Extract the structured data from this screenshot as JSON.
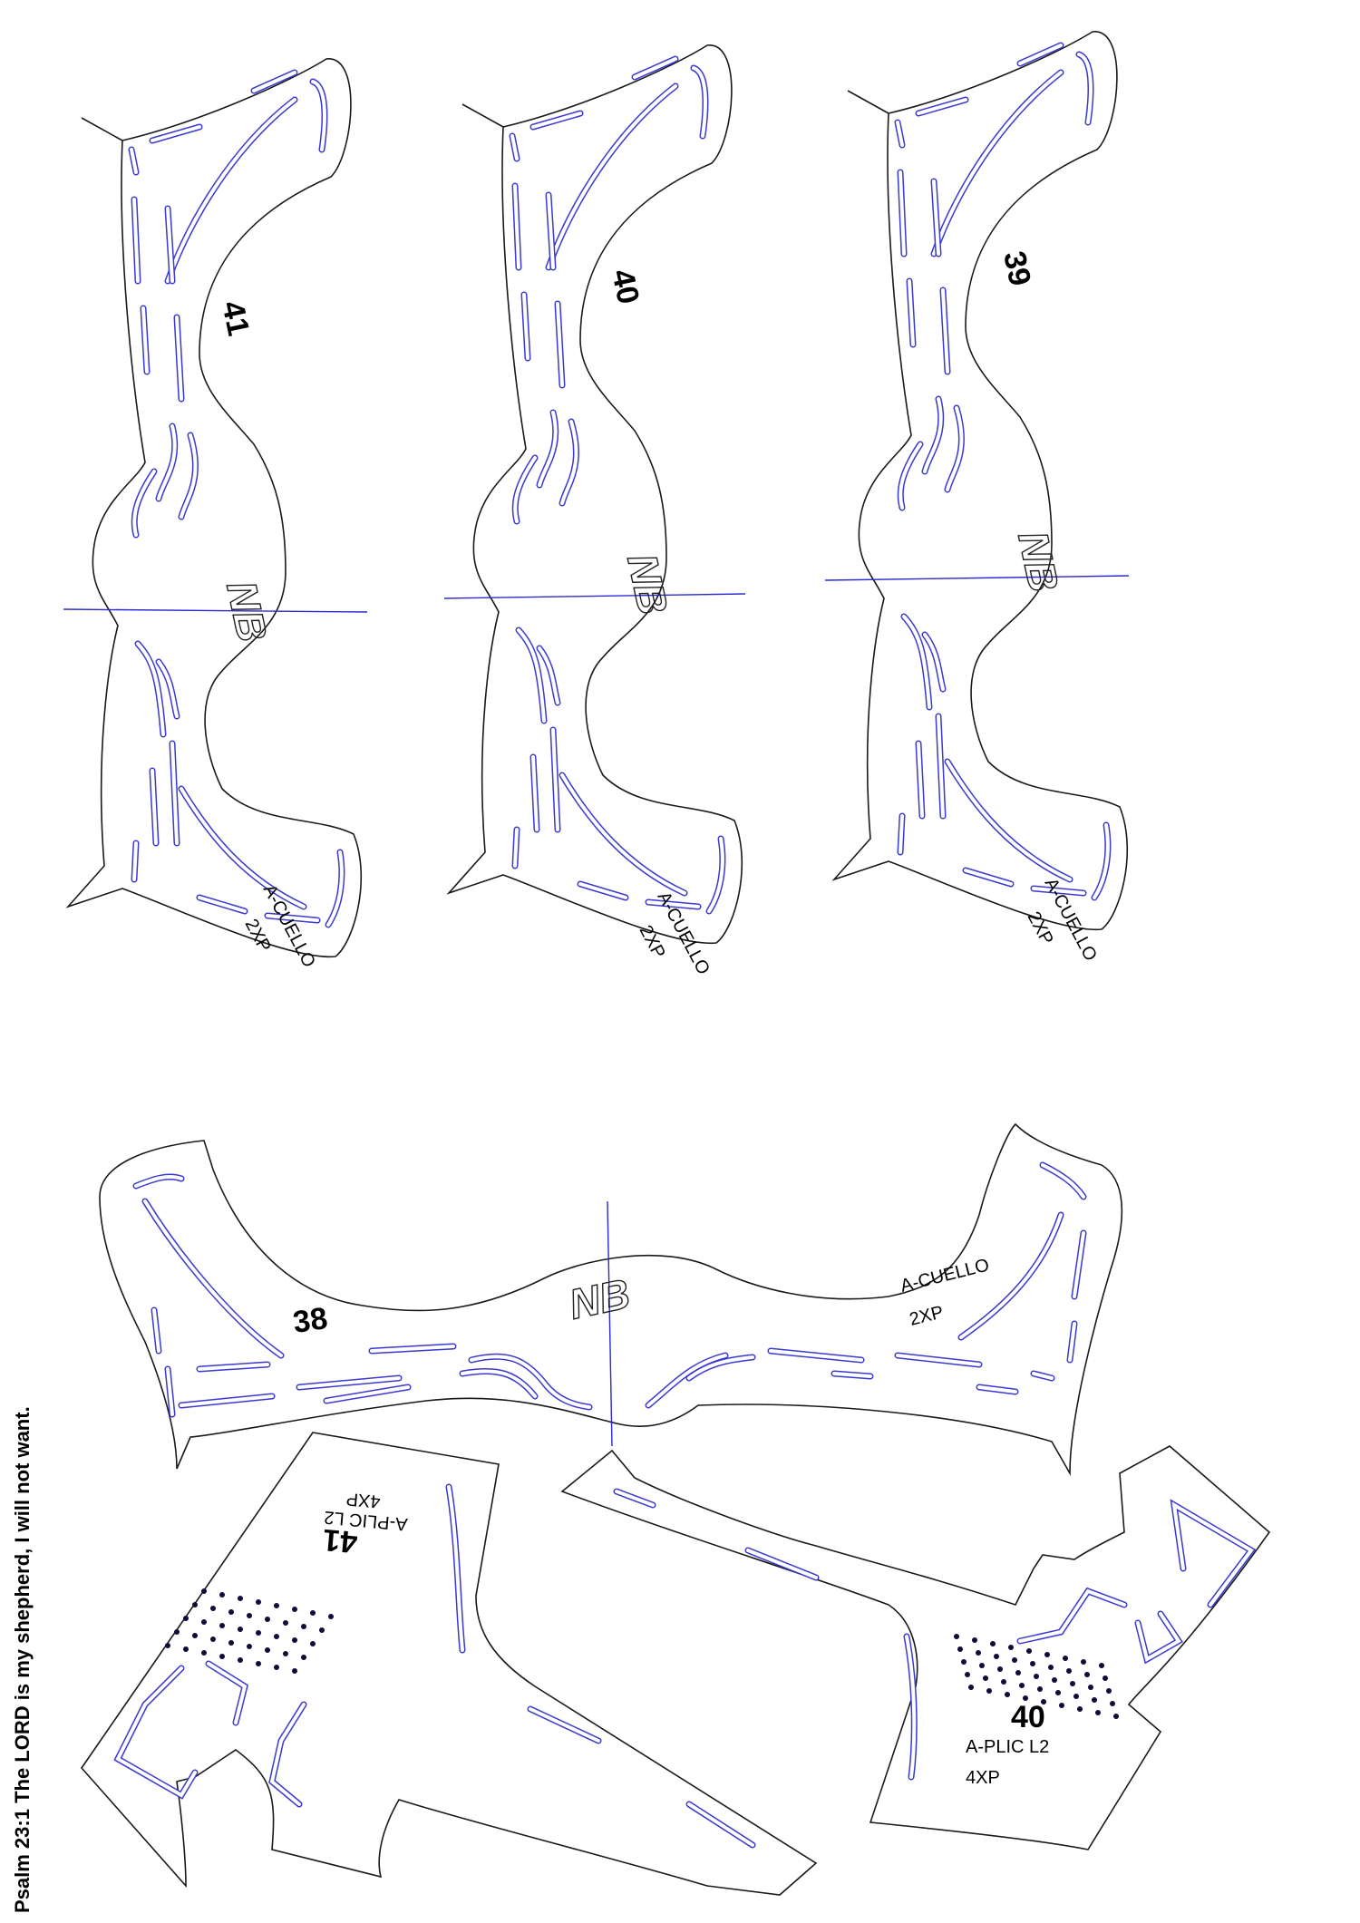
{
  "footer": {
    "quote": "Psalm 23:1 The LORD is my shepherd, I will not want."
  },
  "pieces": {
    "collar_41": {
      "size": "41",
      "name": "A-CUELLO",
      "qty": "2XP",
      "logo": "NB"
    },
    "collar_40": {
      "size": "40",
      "name": "A-CUELLO",
      "qty": "2XP",
      "logo": "NB"
    },
    "collar_39": {
      "size": "39",
      "name": "A-CUELLO",
      "qty": "2XP",
      "logo": "NB"
    },
    "collar_38": {
      "size": "38",
      "name": "A-CUELLO",
      "qty": "2XP",
      "logo": "NB"
    },
    "applique_41": {
      "size": "41",
      "name": "A-PLIC L2",
      "qty": "4XP"
    },
    "applique_40": {
      "size": "40",
      "name": "A-PLIC L2",
      "qty": "4XP"
    }
  },
  "colors": {
    "outline": "#1a1a1a",
    "stitch": "#3a3ad0",
    "center_line": "#2a2ad0",
    "perforation": "#0d0d3a"
  }
}
